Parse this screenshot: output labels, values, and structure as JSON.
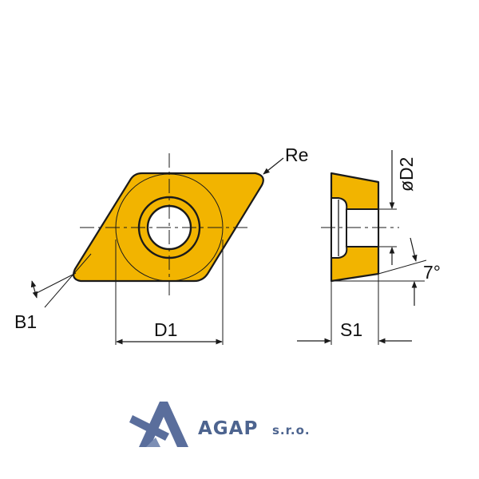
{
  "labels": {
    "re": "Re",
    "d2": "øD2",
    "b1": "B1",
    "d1": "D1",
    "s1": "S1",
    "angle": "7°"
  },
  "logo": {
    "name": "AGAP",
    "suffix": "s.r.o."
  },
  "colors": {
    "insert_fill": "#f2b400",
    "line": "#1a1a1a",
    "logo_primary": "#5a6e9c",
    "logo_text": "#4d648f"
  }
}
